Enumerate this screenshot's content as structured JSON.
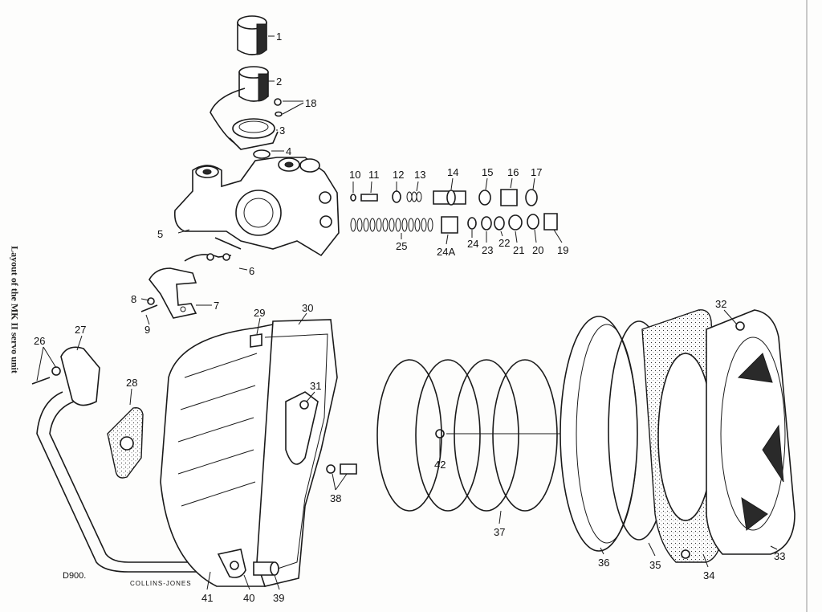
{
  "caption": "Layout of the MK II servo unit",
  "drawing_code": "D900.",
  "artist": "COLLINS-JONES",
  "labels": [
    "1",
    "2",
    "18",
    "3",
    "4",
    "5",
    "6",
    "7",
    "8",
    "9",
    "10",
    "11",
    "12",
    "13",
    "14",
    "15",
    "16",
    "17",
    "25",
    "24A",
    "24",
    "23",
    "22",
    "21",
    "20",
    "19",
    "26",
    "27",
    "28",
    "29",
    "30",
    "31",
    "38",
    "42",
    "37",
    "36",
    "35",
    "34",
    "33",
    "32",
    "41",
    "40",
    "39"
  ]
}
